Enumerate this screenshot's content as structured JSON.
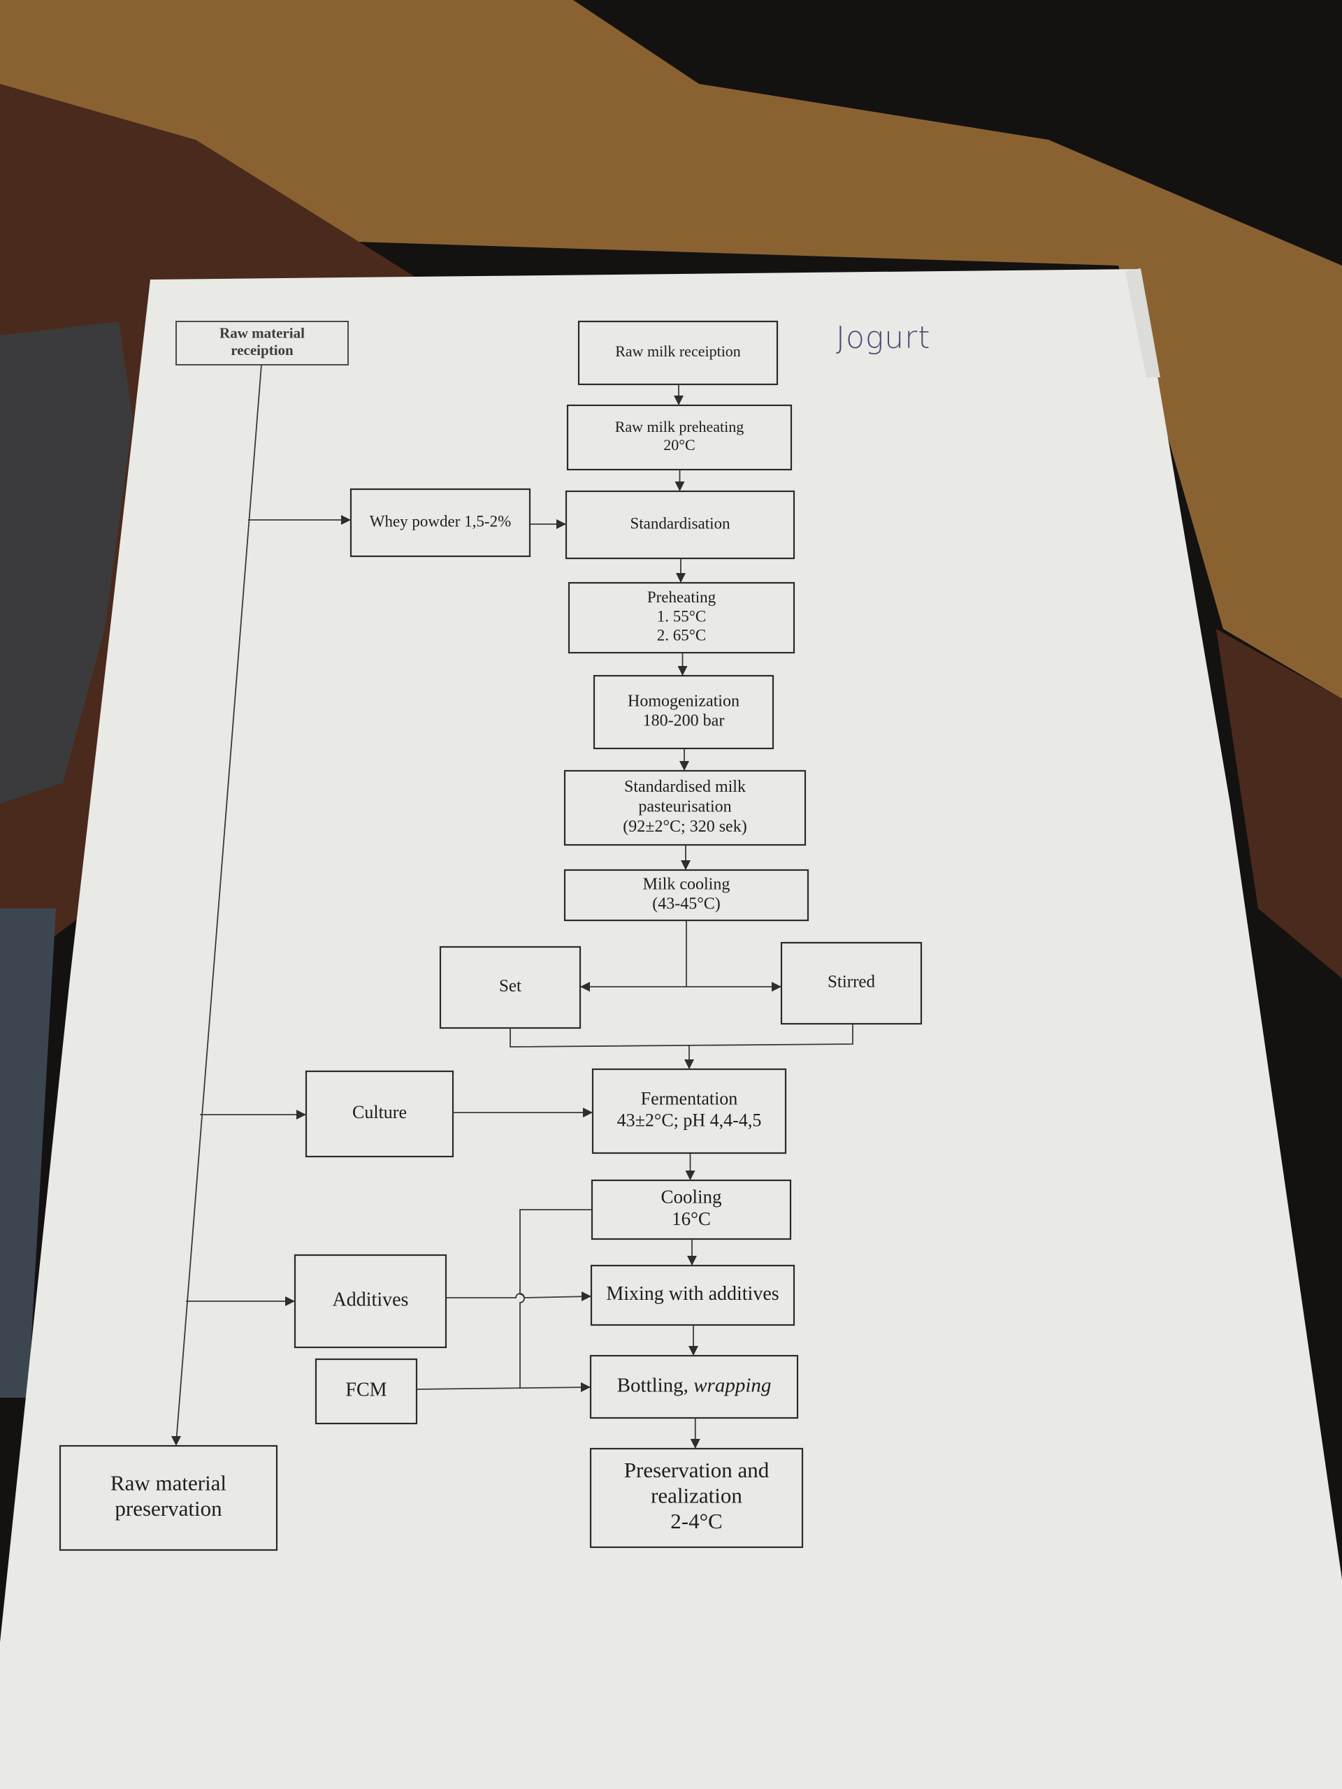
{
  "document": {
    "handwritten_title": "Jogurt",
    "flowchart_title": "Yoghurt production flowchart"
  },
  "nodes": {
    "raw_material_receiption": {
      "lines": [
        "Raw material",
        "receiption"
      ]
    },
    "raw_milk_receiption": {
      "lines": [
        "Raw milk receiption"
      ]
    },
    "raw_milk_preheating": {
      "lines": [
        "Raw milk preheating",
        "20°C"
      ]
    },
    "whey_powder": {
      "lines": [
        "Whey powder 1,5-2%"
      ]
    },
    "standardisation": {
      "lines": [
        "Standardisation"
      ]
    },
    "preheating": {
      "lines": [
        "Preheating",
        "1. 55°C",
        "2. 65°C"
      ]
    },
    "homogenization": {
      "lines": [
        "Homogenization",
        "180-200 bar"
      ]
    },
    "pasteurisation": {
      "lines": [
        "Standardised milk",
        "pasteurisation",
        "(92±2°C; 320 sek)"
      ]
    },
    "milk_cooling": {
      "lines": [
        "Milk cooling",
        "(43-45°C)"
      ]
    },
    "set": {
      "lines": [
        "Set"
      ]
    },
    "stirred": {
      "lines": [
        "Stirred"
      ]
    },
    "culture": {
      "lines": [
        "Culture"
      ]
    },
    "fermentation": {
      "lines": [
        "Fermentation",
        "43±2°C; pH 4,4-4,5"
      ]
    },
    "cooling": {
      "lines": [
        "Cooling",
        "16°C"
      ]
    },
    "additives": {
      "lines": [
        "Additives"
      ]
    },
    "mixing": {
      "lines": [
        "Mixing with additives"
      ]
    },
    "fcm": {
      "lines": [
        "FCM"
      ]
    },
    "bottling": {
      "lines": [
        "Bottling, ",
        "wrapping"
      ],
      "italic_part": "wrapping"
    },
    "raw_material_preservation": {
      "lines": [
        "Raw material",
        "preservation"
      ]
    },
    "preservation_realization": {
      "lines": [
        "Preservation and",
        "realization",
        "2-4°C"
      ]
    }
  },
  "edges": [
    {
      "from": "raw_milk_receiption",
      "to": "raw_milk_preheating"
    },
    {
      "from": "raw_milk_preheating",
      "to": "standardisation"
    },
    {
      "from": "raw_material_receiption",
      "to": "whey_powder"
    },
    {
      "from": "whey_powder",
      "to": "standardisation"
    },
    {
      "from": "standardisation",
      "to": "preheating"
    },
    {
      "from": "preheating",
      "to": "homogenization"
    },
    {
      "from": "homogenization",
      "to": "pasteurisation"
    },
    {
      "from": "pasteurisation",
      "to": "milk_cooling"
    },
    {
      "from": "milk_cooling",
      "to": "set"
    },
    {
      "from": "milk_cooling",
      "to": "stirred"
    },
    {
      "from": "set",
      "to": "fermentation"
    },
    {
      "from": "stirred",
      "to": "fermentation"
    },
    {
      "from": "raw_material_receiption",
      "to": "culture"
    },
    {
      "from": "culture",
      "to": "fermentation"
    },
    {
      "from": "fermentation",
      "to": "cooling"
    },
    {
      "from": "cooling",
      "to": "bottling"
    },
    {
      "from": "raw_material_receiption",
      "to": "additives"
    },
    {
      "from": "additives",
      "to": "mixing"
    },
    {
      "from": "cooling",
      "to": "mixing"
    },
    {
      "from": "mixing",
      "to": "bottling"
    },
    {
      "from": "fcm",
      "to": "bottling"
    },
    {
      "from": "bottling",
      "to": "preservation_realization"
    },
    {
      "from": "raw_material_receiption",
      "to": "raw_material_preservation"
    }
  ]
}
